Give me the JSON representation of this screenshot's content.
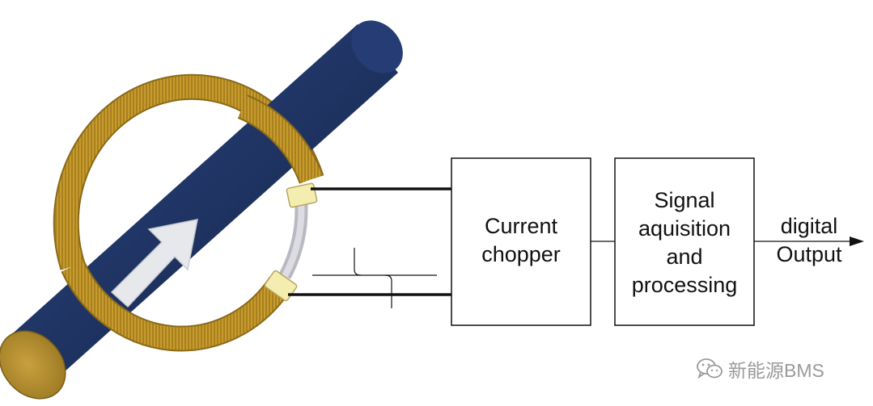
{
  "blocks": {
    "chopper_lines": [
      "Current",
      "chopper"
    ],
    "signal_lines": [
      "Signal",
      "aquisition",
      "and",
      "processing"
    ],
    "output_lines": [
      "digital",
      "Output"
    ]
  },
  "watermark": {
    "text": "新能源BMS",
    "icon": "wechat-icon"
  },
  "colors": {
    "conductor": "#1f3463",
    "conductor_end": "#b08a2e",
    "coil": "#c79b2c",
    "coil_dark": "#8a6a18",
    "sensor_gap": "#c8c8d0",
    "clip": "#f3edb0",
    "arrow": "#e6e8ec",
    "ink": "#111111",
    "watermark": "#9a9a9a"
  }
}
